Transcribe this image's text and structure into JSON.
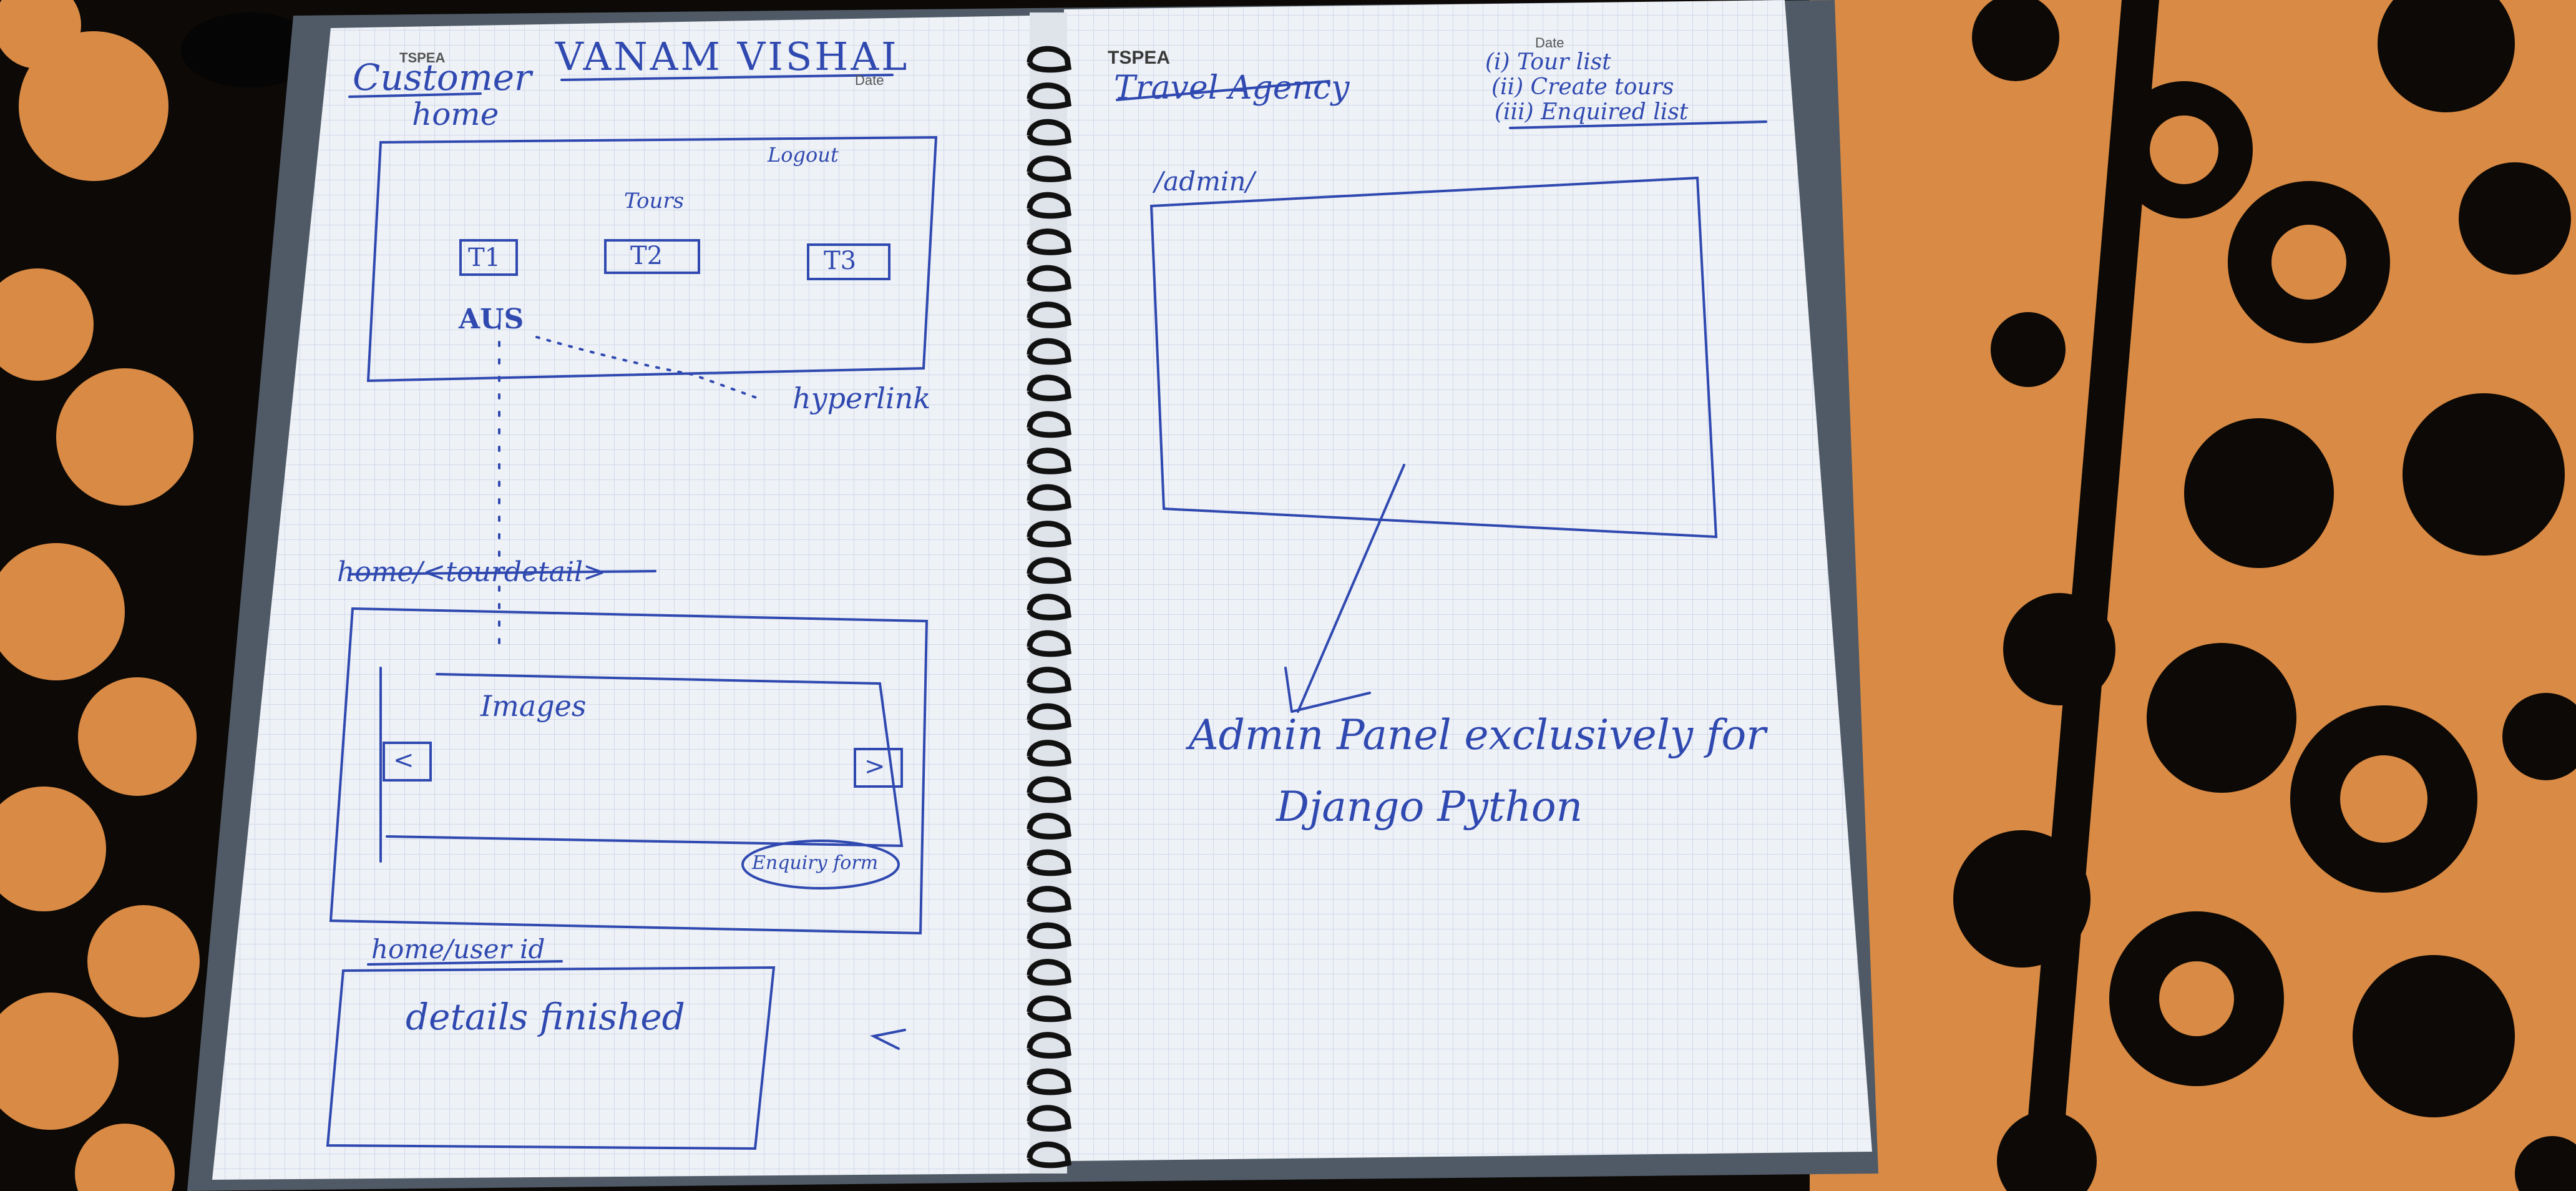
{
  "photo": {
    "subject": "open spiral notebook with hand-drawn website wireframes",
    "colors": {
      "cloth_orange": "#d98a44",
      "cloth_black": "#0c0906",
      "paper": "#eef1f6",
      "grid": "#c9d2e6",
      "ink": "#2f49b0",
      "cover": "#4f5a66",
      "spiral": "#111111"
    }
  },
  "left_page": {
    "header_print": "TSPEA",
    "header_scribble": "Customer",
    "author": "VANAM VISHAL",
    "date_print": "Date",
    "home_route": "home",
    "logout_label": "Logout",
    "tours_label": "Tours",
    "tour_boxes": [
      "T1",
      "T2",
      "T3"
    ],
    "aus_label": "AUS",
    "hyperlink_note": "hyperlink",
    "detail_route": "home/<tourdetail>",
    "images_label": "Images",
    "prev_arrow": "<",
    "next_arrow": ">",
    "enquiry_form": "Enquiry form",
    "user_route": "home/user id",
    "details_note": "details finished"
  },
  "right_page": {
    "header_print": "TSPEA",
    "date_print": "Date",
    "title": "Travel Agency",
    "menu": [
      "(i) Tour list",
      "(ii) Create tours",
      "(iii) Enquired list"
    ],
    "admin_route": "/admin/",
    "note_line1": "Admin Panel exclusively for",
    "note_line2": "Django Python"
  }
}
